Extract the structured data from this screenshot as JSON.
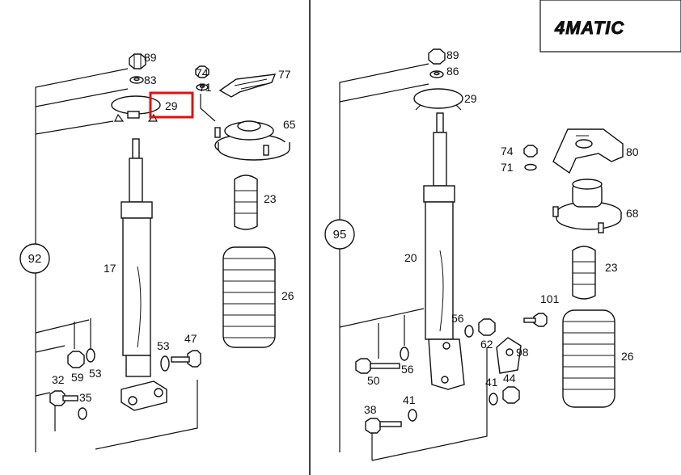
{
  "badge": {
    "text": "4MATIC"
  },
  "left": {
    "group_label": "92",
    "labels": {
      "p89": "89",
      "p83": "83",
      "p74": "74",
      "p71": "71",
      "p77": "77",
      "p29": "29",
      "p65": "65",
      "p23": "23",
      "p26": "26",
      "p17": "17",
      "p53a": "53",
      "p47": "47",
      "p59": "59",
      "p53b": "53",
      "p32": "32",
      "p35": "35"
    }
  },
  "right": {
    "group_label": "95",
    "labels": {
      "p89": "89",
      "p86": "86",
      "p29": "29",
      "p74": "74",
      "p80": "80",
      "p71": "71",
      "p68": "68",
      "p20": "20",
      "p23": "23",
      "p26": "26",
      "p56a": "56",
      "p62": "62",
      "p101": "101",
      "p98": "98",
      "p50": "50",
      "p56b": "56",
      "p41a": "41",
      "p44": "44",
      "p38": "38",
      "p41b": "41"
    }
  },
  "highlight": {
    "color": "#e01010",
    "target": "29"
  }
}
